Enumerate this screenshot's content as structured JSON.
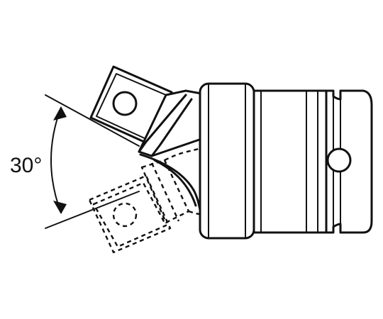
{
  "diagram": {
    "angle_label": "30°",
    "colors": {
      "ink": "#111111",
      "background": "#ffffff"
    },
    "icons": [
      "universal-joint-socket",
      "angle-dimension-arrow"
    ]
  }
}
